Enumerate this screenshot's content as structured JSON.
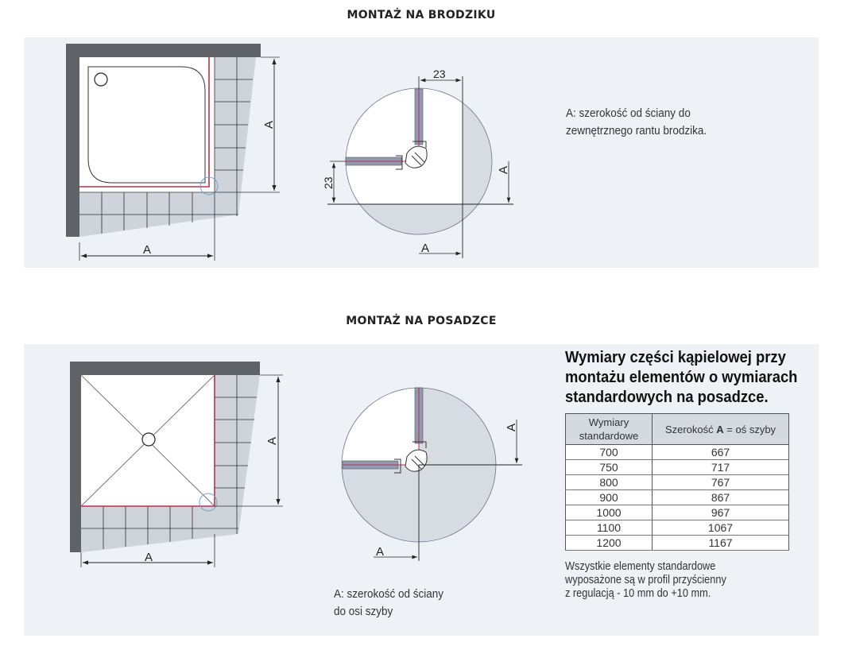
{
  "section_top": {
    "title": "MONTAŻ NA BRODZIKU",
    "dim_label": "A",
    "detail_dim": "23",
    "note_line1": "A: szerokość od ściany do",
    "note_line2": "zewnętrznego rantu brodzika."
  },
  "section_bottom": {
    "title": "MONTAŻ NA POSADZCE",
    "dim_label": "A",
    "note_line1": "A: szerokość od ściany",
    "note_line2": "do osi szyby",
    "heading_line1": "Wymiary części kąpielowej przy",
    "heading_line2": "montażu elementów o wymiarach",
    "heading_line3": "standardowych na posadzce.",
    "table": {
      "col1_line1": "Wymiary",
      "col1_line2": "standardowe",
      "col2_prefix": "Szerokość ",
      "col2_bold": "A",
      "col2_suffix": " = oś szyby",
      "rows": [
        [
          "700",
          "667"
        ],
        [
          "750",
          "717"
        ],
        [
          "800",
          "767"
        ],
        [
          "900",
          "867"
        ],
        [
          "1000",
          "967"
        ],
        [
          "1100",
          "1067"
        ],
        [
          "1200",
          "1167"
        ]
      ]
    },
    "footnote_line1": "Wszystkie elementy standardowe",
    "footnote_line2": "wyposażone są w profil przyścienny",
    "footnote_line3": "z regulacją - 10 mm do +10 mm."
  },
  "colors": {
    "panel": "#eef1f6",
    "wall": "#5f6368",
    "tile": "#cfd3da",
    "glass": "#8e9bb0",
    "seal": "#c0304a",
    "highlight": "#6aa8cc"
  }
}
